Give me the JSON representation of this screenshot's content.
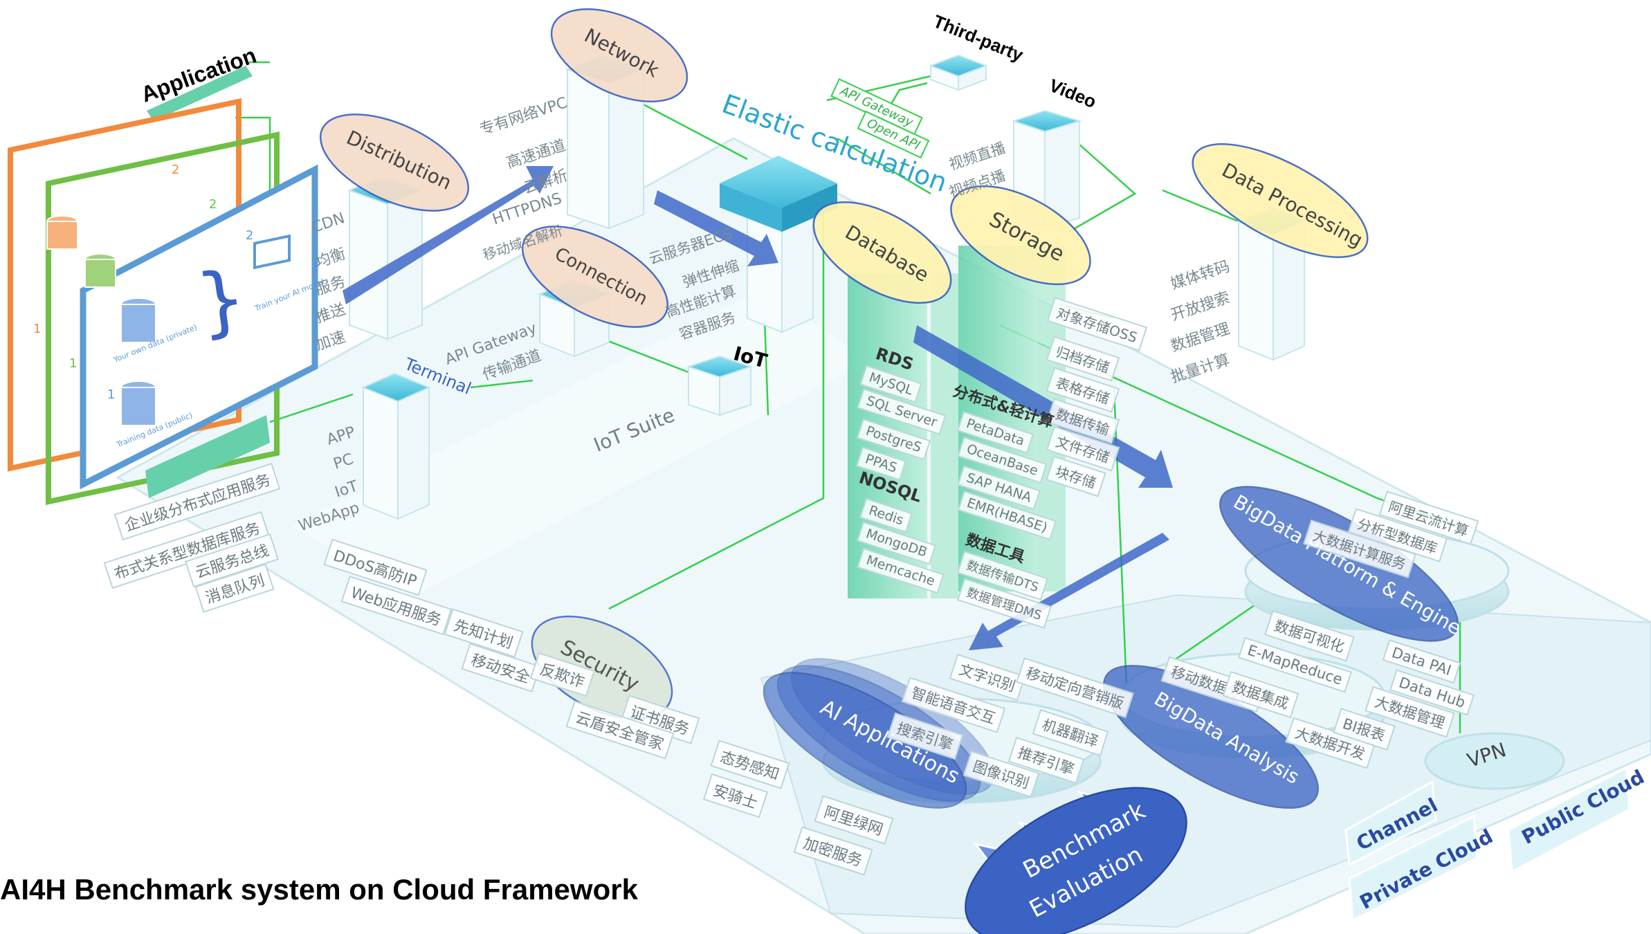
{
  "title": "AI4H Benchmark system on Cloud Framework",
  "headings": {
    "application": "Application",
    "third_party": "Third-party",
    "video": "Video",
    "terminal": "Terminal",
    "iot": "IoT",
    "iot_suite": "IoT Suite",
    "rds": "RDS",
    "nosql": "NOSQL",
    "distributed": "分布式&轻计算",
    "data_tools": "数据工具"
  },
  "ellipses": {
    "network": "Network",
    "distribution": "Distribution",
    "connection": "Connection",
    "database": "Database",
    "storage": "Storage",
    "data_processing": "Data Processing",
    "security": "Security",
    "ai_applications": "AI Applications",
    "benchmark": "Benchmark",
    "evaluation": "Evaluation",
    "bigdata_analysis": "BigData Analysis",
    "bigdata_platform": "BigData Platform & Engine"
  },
  "elastic": "Elastic calculation",
  "api_gateway_stack": [
    "API Gateway",
    "Open API"
  ],
  "network_items": [
    "专有网络VPC",
    "高速通道",
    "云解析",
    "HTTPDNS",
    "移动域名解析"
  ],
  "cdn_items": [
    "CDN",
    "均衡",
    "服务",
    "推送",
    "加速"
  ],
  "connection_items": [
    "API Gateway",
    "传输通道"
  ],
  "elastic_items": [
    "云服务器ECS",
    "弹性伸缩",
    "高性能计算",
    "容器服务"
  ],
  "video_items": [
    "视频直播",
    "视频点播"
  ],
  "processing_items": [
    "媒体转码",
    "开放搜索",
    "数据管理",
    "批量计算"
  ],
  "storage_items": [
    "对象存储OSS",
    "归档存储",
    "表格存储",
    "数据传输",
    "文件存储",
    "块存储"
  ],
  "terminal_items": [
    "APP",
    "PC",
    "IoT",
    "WebApp"
  ],
  "rds_items": [
    "MySQL",
    "SQL Server",
    "PostgreS",
    "PPAS"
  ],
  "nosql_items": [
    "Redis",
    "MongoDB",
    "Memcache"
  ],
  "distributed_items": [
    "PetaData",
    "OceanBase",
    "SAP HANA",
    "EMR(HBASE)"
  ],
  "data_tool_items": [
    "数据传输DTS",
    "数据管理DMS"
  ],
  "left_services": [
    "企业级分布式应用服务",
    "布式关系型数据库服务",
    "云服务总线",
    "消息队列"
  ],
  "security_items": [
    "DDoS高防IP",
    "Web应用服务",
    "先知计划",
    "移动安全",
    "反欺诈",
    "证书服务",
    "云盾安全管家",
    "态势感知",
    "安骑士",
    "阿里绿网",
    "加密服务"
  ],
  "ai_items": [
    "文字识别",
    "移动定向营销版",
    "智能语音交互",
    "机器翻译",
    "推荐引擎",
    "搜索引擎",
    "图像识别"
  ],
  "bigdata_analysis_items": [
    "数据可视化",
    "E-MapReduce",
    "移动数据分析",
    "数据集成",
    "大数据开发",
    "BI报表",
    "Data PAI",
    "Data Hub",
    "大数据管理"
  ],
  "bigdata_platform_items": [
    "阿里云流计算",
    "分析型数据库",
    "大数据计算服务"
  ],
  "cloud": {
    "vpn": "VPN",
    "channel": "Channel",
    "public_cloud": "Public Cloud",
    "private_cloud": "Private Cloud"
  },
  "panels": {
    "orange_num": "2",
    "green_num": "2",
    "blue_num": "2",
    "num_one_orange": "1",
    "num_one_green": "1",
    "num_one_blue": "1",
    "own_data": "Your own data (private)",
    "training_data": "Training data (public)",
    "train_model": "Train your AI model",
    "brace": "}"
  },
  "colors": {
    "orange": "#f28a3c",
    "green": "#6fbf44",
    "blue_panel": "#5b9bd5",
    "arrow": "#3f68c8",
    "cyan": "#5ec8e0",
    "ellipse_fill": "#f6dcc8",
    "ellipse_yellow": "#fff3b0",
    "ellipse_blue": "#3b63c4",
    "line_green": "#33d04a"
  }
}
